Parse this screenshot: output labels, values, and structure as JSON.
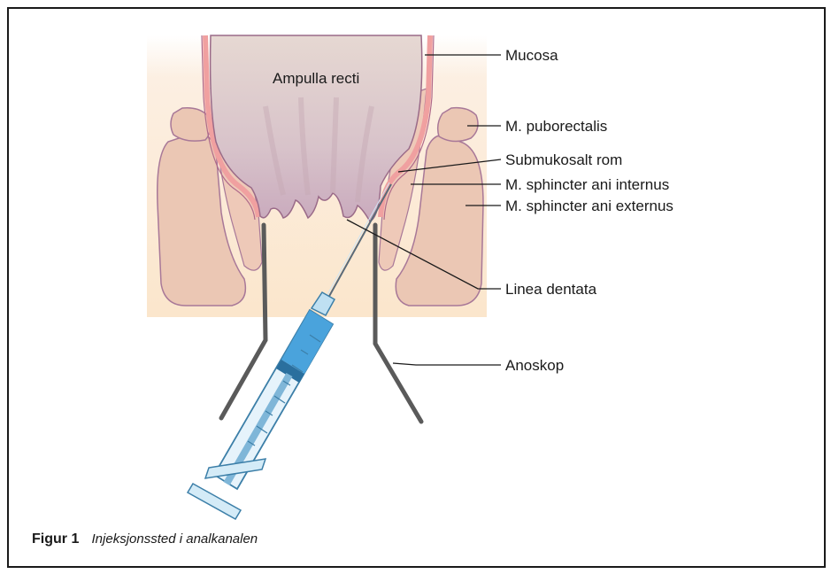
{
  "labels": {
    "ampulla": "Ampulla recti",
    "mucosa": "Mucosa",
    "puborectalis": "M. puborectalis",
    "submukosalt": "Submukosalt rom",
    "sphincter_internus": "M. sphincter ani internus",
    "sphincter_externus": "M. sphincter ani externus",
    "linea_dentata": "Linea dentata",
    "anoskop": "Anoskop"
  },
  "caption": {
    "number": "Figur 1",
    "text": "Injeksjonssted i analkanalen"
  },
  "colors": {
    "skin_bg": "#fbead6",
    "muscle": "#e8c4b2",
    "muscle_outline": "#a87898",
    "mucosa_pink": "#f0a0a0",
    "ampulla_fill": "#d9c4c8",
    "anoscope": "#5a5a5a",
    "syringe_liquid": "#4aa3dc"
  }
}
